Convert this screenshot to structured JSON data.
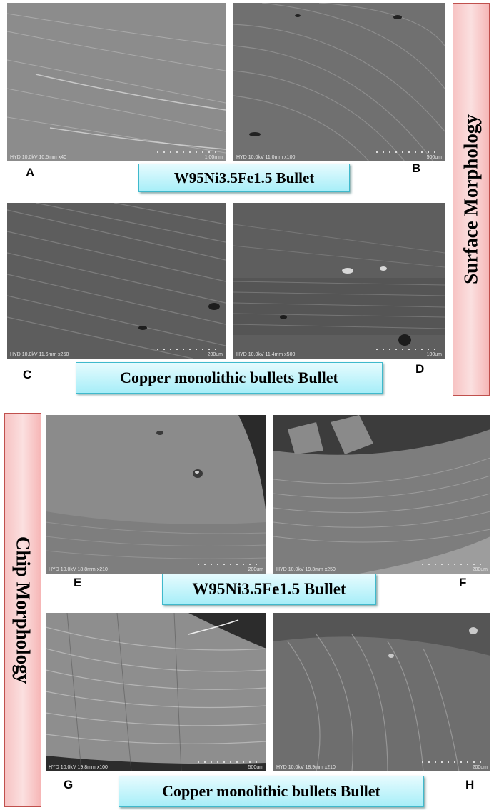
{
  "surface": {
    "section_label": "Surface Morphology",
    "caption_w": "W95Ni3.5Fe1.5 Bullet",
    "caption_cu": "Copper monolithic bullets Bullet",
    "panels": [
      {
        "letter": "A",
        "info": "HYD 10.0kV 10.5mm x40",
        "scale": "1.00mm",
        "tone": "#8d8d8d"
      },
      {
        "letter": "B",
        "info": "HYD 10.0kV 11.0mm x100",
        "scale": "500um",
        "tone": "#6f6f6f"
      },
      {
        "letter": "C",
        "info": "HYD 10.0kV 11.6mm x250",
        "scale": "200um",
        "tone": "#606060"
      },
      {
        "letter": "D",
        "info": "HYD 10.0kV 11.4mm x500",
        "scale": "100um",
        "tone": "#5c5c5c"
      }
    ]
  },
  "chip": {
    "section_label": "Chip Morphology",
    "caption_w": "W95Ni3.5Fe1.5 Bullet",
    "caption_cu": "Copper monolithic bullets Bullet",
    "panels": [
      {
        "letter": "E",
        "info": "HYD 10.0kV 18.8mm x210",
        "scale": "200um",
        "tone": "#8a8a8a"
      },
      {
        "letter": "F",
        "info": "HYD 10.0kV 19.3mm x250",
        "scale": "200um",
        "tone": "#7a7a7a"
      },
      {
        "letter": "G",
        "info": "HYD 10.0kV 19.8mm x100",
        "scale": "500um",
        "tone": "#8c8c8c"
      },
      {
        "letter": "H",
        "info": "HYD 10.0kV 18.9mm x210",
        "scale": "200um",
        "tone": "#6e6e6e"
      }
    ]
  }
}
